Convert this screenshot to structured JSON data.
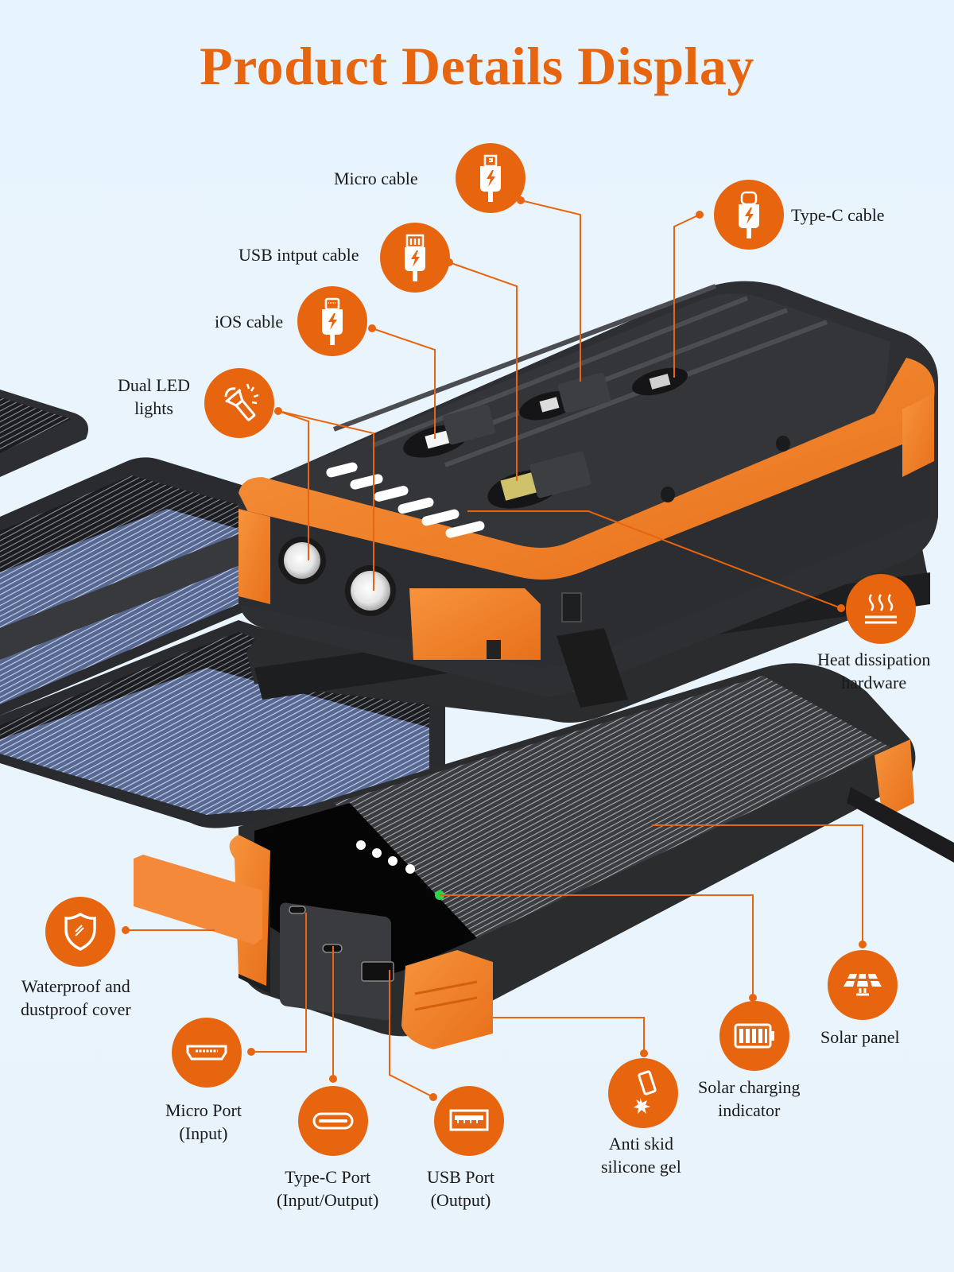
{
  "title": "Product Details Display",
  "colors": {
    "accent": "#e8650f",
    "background": "#e8f4fd",
    "device_body": "#2b2c2e",
    "device_trim": "#f2852c",
    "led_white": "#ffffff",
    "led_green": "#2bd64a",
    "solar_blue": "#5b6f9c"
  },
  "callouts": [
    {
      "id": "micro-cable",
      "label": "Micro cable",
      "icon": "micro-cable-icon"
    },
    {
      "id": "usb-input-cable",
      "label": "USB intput cable",
      "icon": "usb-cable-icon"
    },
    {
      "id": "ios-cable",
      "label": "iOS cable",
      "icon": "lightning-cable-icon"
    },
    {
      "id": "type-c-cable",
      "label": "Type-C cable",
      "icon": "type-c-cable-icon"
    },
    {
      "id": "dual-led-lights",
      "label_lines": [
        "Dual LED",
        "lights"
      ],
      "icon": "flashlight-icon"
    },
    {
      "id": "heat-dissipation",
      "label_lines": [
        "Heat dissipation",
        "hardware"
      ],
      "icon": "heat-icon"
    },
    {
      "id": "waterproof-cover",
      "label_lines": [
        "Waterproof and",
        "dustproof cover"
      ],
      "icon": "shield-icon"
    },
    {
      "id": "micro-port",
      "label_lines": [
        "Micro Port",
        "(Input)"
      ],
      "icon": "micro-usb-port-icon"
    },
    {
      "id": "type-c-port",
      "label_lines": [
        "Type-C Port",
        "(Input/Output)"
      ],
      "icon": "type-c-port-icon"
    },
    {
      "id": "usb-port",
      "label_lines": [
        "USB Port",
        "(Output)"
      ],
      "icon": "usb-port-icon"
    },
    {
      "id": "anti-skid",
      "label_lines": [
        "Anti skid",
        "silicone gel"
      ],
      "icon": "drop-impact-icon"
    },
    {
      "id": "solar-charging-indicator",
      "label_lines": [
        "Solar charging",
        "indicator"
      ],
      "icon": "battery-icon"
    },
    {
      "id": "solar-panel",
      "label": "Solar panel",
      "icon": "solar-panel-icon"
    }
  ],
  "indicator_leds": {
    "white_count": 4,
    "green_count": 1
  }
}
